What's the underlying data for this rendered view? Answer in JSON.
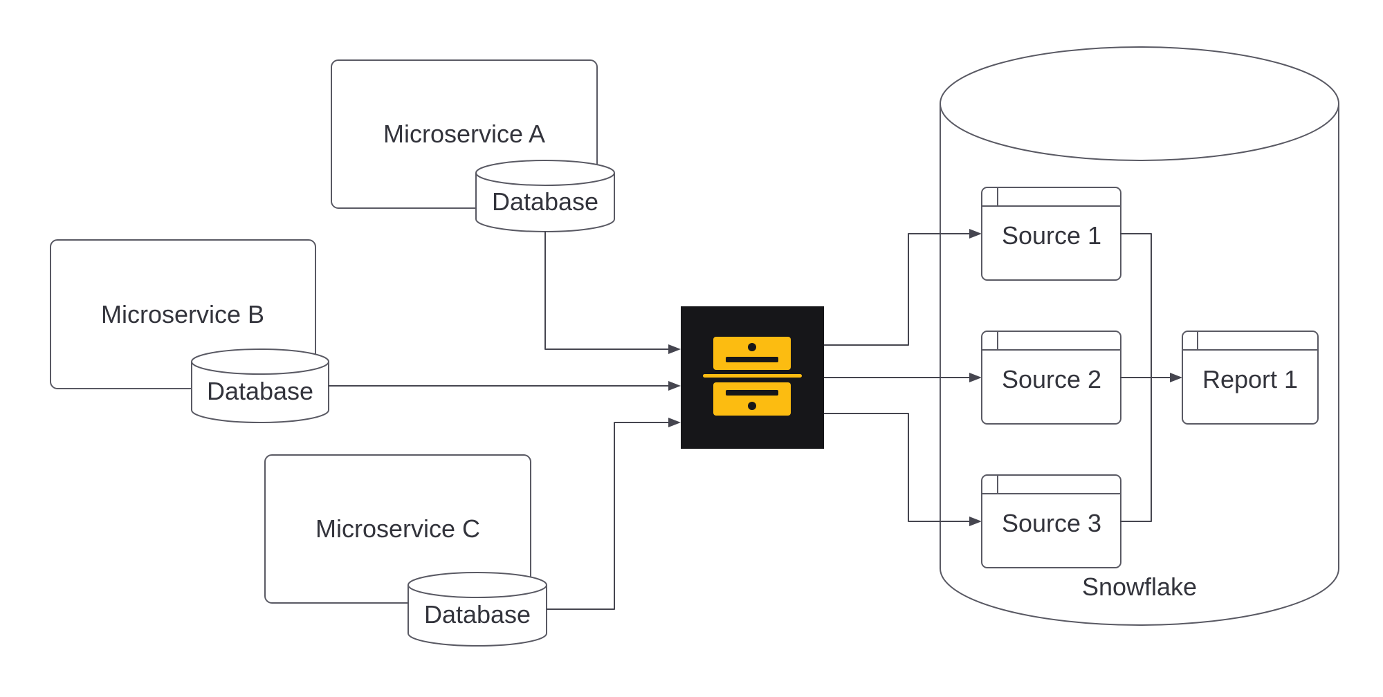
{
  "diagram": {
    "microservice_a": {
      "label": "Microservice A",
      "database_label": "Database"
    },
    "microservice_b": {
      "label": "Microservice B",
      "database_label": "Database"
    },
    "microservice_c": {
      "label": "Microservice C",
      "database_label": "Database"
    },
    "pipeline": {
      "icon": "etl-pipeline-logo"
    },
    "snowflake": {
      "label": "Snowflake",
      "sources": [
        {
          "label": "Source 1"
        },
        {
          "label": "Source 2"
        },
        {
          "label": "Source 3"
        }
      ]
    },
    "report": {
      "label": "Report 1"
    }
  },
  "colors": {
    "canvas_background": "#ffffff",
    "shape_fill": "#ffffff",
    "shape_stroke": "#595963",
    "connector_stroke": "#45454f",
    "text": "#33343c",
    "logo_background": "#161619",
    "logo_accent_yellow": "#fcbc11"
  }
}
